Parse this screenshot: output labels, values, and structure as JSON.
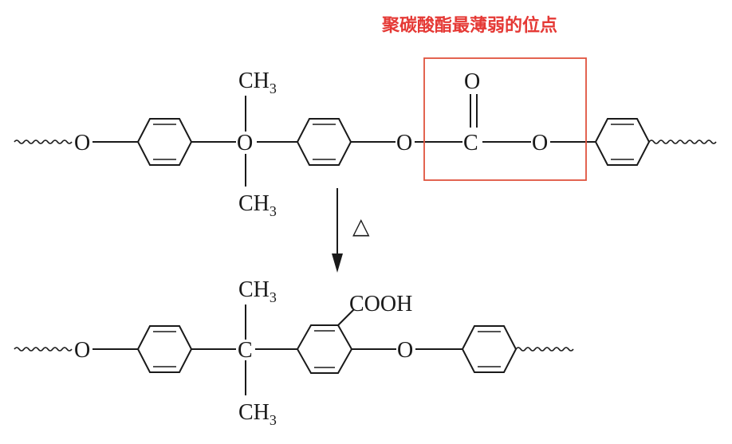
{
  "caption": {
    "text": "聚碳酸酯最薄弱的位点",
    "color": "#e53935"
  },
  "highlight_color": "#e0533e",
  "reactant": {
    "o_left": "O",
    "o_center": "O",
    "ch3_top": "CH",
    "ch3_top_sub": "3",
    "ch3_bottom": "CH",
    "ch3_bottom_sub": "3",
    "o_ester_left": "O",
    "c_carbonyl": "C",
    "o_carbonyl": "O",
    "o_ester_right": "O"
  },
  "arrow": {
    "symbol": "△"
  },
  "product": {
    "o_left": "O",
    "c_center": "C",
    "ch3_top": "CH",
    "ch3_top_sub": "3",
    "ch3_bottom": "CH",
    "ch3_bottom_sub": "3",
    "cooh": "COOH",
    "o_ether": "O"
  }
}
